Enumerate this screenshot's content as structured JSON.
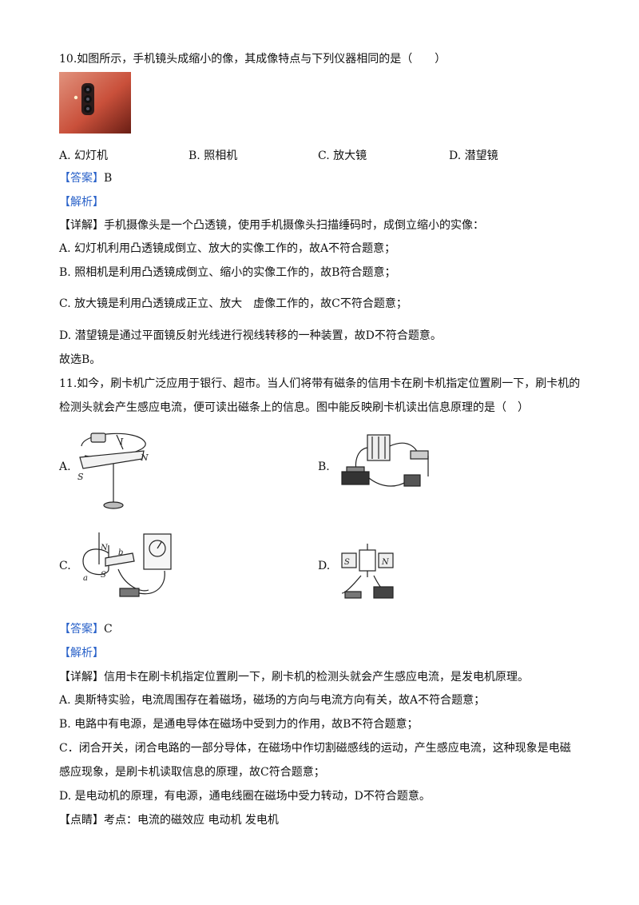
{
  "q10": {
    "stem": "10.如图所示，手机镜头成缩小的像，其成像特点与下列仪器相同的是（　　）",
    "options": [
      "A.  幻灯机",
      "B.  照相机",
      "C.  放大镜",
      "D.  潜望镜"
    ],
    "answer_tag": "【答案】",
    "answer": "B",
    "analysis_tag": "【解析】",
    "detail_tag": "【详解】",
    "detail": "手机摄像头是一个凸透镜，使用手机摄像头扫描缍码时，成倒立缩小的实像：",
    "lines": [
      "A.  幻灯机利用凸透镜成倒立、放大的实像工作的，故A不符合题意；",
      "B.  照相机是利用凸透镜成倒立、缩小的实像工作的，故B符合题意；",
      "C.  放大镜是利用凸透镜成正立、放大　虚像工作的，故C不符合题意；",
      "D.  潜望镜是通过平面镜反射光线进行视线转移的一种装置，故D不符合题意。"
    ],
    "conclusion": "故选B。"
  },
  "q11": {
    "stem_1": "11.如今，刷卡机广泛应用于银行、超市。当人们将带有磁条的信用卡在刷卡机指定位置刷一下，刷卡机的",
    "stem_2": "检测头就会产生感应电流，便可读出磁条上的信息。图中能反映刷卡机读出信息原理的是（　）",
    "option_labels": [
      "A.",
      "B.",
      "C.",
      "D."
    ],
    "fig_labels": {
      "a_s": "S",
      "a_n": "N",
      "a_i": "I",
      "c_n": "N",
      "c_b": "b",
      "c_a": "a",
      "c_s": "S",
      "d_s": "S",
      "d_n": "N"
    },
    "answer_tag": "【答案】",
    "answer": "C",
    "analysis_tag": "【解析】",
    "detail_tag": "【详解】",
    "detail": "信用卡在刷卡机指定位置刷一下，刷卡机的检测头就会产生感应电流，是发电机原理。",
    "lines": [
      "A.  奥斯特实验，电流周围存在着磁场，磁场的方向与电流方向有关，故A不符合题意；",
      "B.  电路中有电源，是通电导体在磁场中受到力的作用，故B不符合题意；",
      "C．闭合开关，闭合电路的一部分导体，在磁场中作切割磁感线的运动，产生感应电流，这种现象是电磁",
      "感应现象，是刷卡机读取信息的原理，故C符合题意；",
      "D.  是电动机的原理，有电源，通电线圈在磁场中受力转动，D不符合题意。"
    ],
    "point_tag": "【点睛】",
    "point": "考点：电流的磁效应  电动机  发电机"
  }
}
